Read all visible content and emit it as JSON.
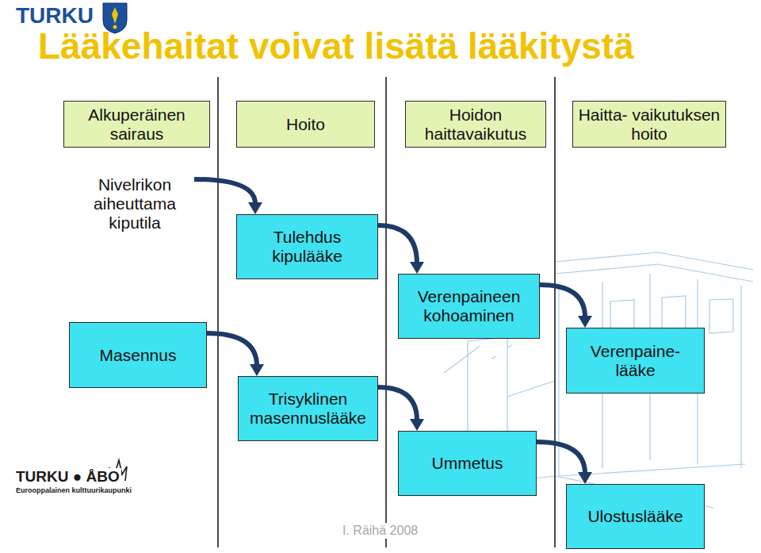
{
  "diagram": {
    "title": "Lääkehaitat voivat lisätä lääkitystä",
    "nodes": [
      {
        "text": [
          "Alkuperäinen sairaus"
        ]
      },
      {
        "text": [
          "Hoito"
        ]
      },
      {
        "text": [
          "Hoidon haittavaikutus"
        ]
      },
      {
        "text": [
          "Haitta- vaikutuksen hoito"
        ]
      },
      {
        "text": [
          "Nivelrikon aiheuttama kiputila"
        ]
      },
      {
        "text": [
          "Tulehdus kipulääke"
        ]
      },
      {
        "text": [
          "Verenpaineen kohoaminen"
        ]
      },
      {
        "text": [
          "Verenpaine- lääke"
        ]
      },
      {
        "text": [
          "Masennus"
        ]
      },
      {
        "text": [
          "Trisyklinen masennuslääke"
        ]
      },
      {
        "text": [
          "Ummetus"
        ]
      },
      {
        "text": [
          "Ulostuslääke"
        ]
      }
    ],
    "edges": [
      {
        "from": 4,
        "to": 5,
        "arrow": "to"
      },
      {
        "from": 5,
        "to": 6,
        "arrow": "to"
      },
      {
        "from": 6,
        "to": 7,
        "arrow": "to"
      },
      {
        "from": 8,
        "to": 9,
        "arrow": "to"
      },
      {
        "from": 9,
        "to": 10,
        "arrow": "to"
      },
      {
        "from": 10,
        "to": 11,
        "arrow": "to"
      }
    ],
    "labels": [
      "TURKU",
      "TURKU ● ÅBO",
      "Eurooppalainen kulttuurikaupunki",
      "I. Räihä 2008"
    ]
  }
}
